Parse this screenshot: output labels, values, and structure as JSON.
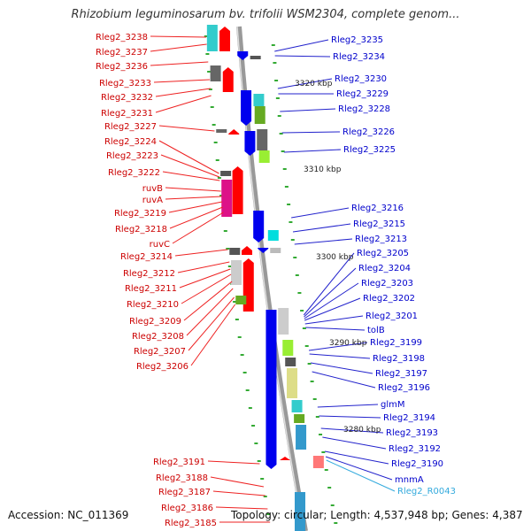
{
  "title": "Rhizobium leguminosarum bv. trifolii WSM2304, complete genom...",
  "footer": {
    "accession": "Accession: NC_011369",
    "topology": "Topology: circular; Length: 4,537,948 bp; Genes: 4,387"
  },
  "colors": {
    "left_label": "#cc0000",
    "right_label": "#0000cc",
    "rna_label": "#33aadd",
    "gene_forward": "#ff0000",
    "gene_reverse": "#0000ee",
    "axis": "#888888",
    "tick": "#33aa33"
  },
  "scale_labels": [
    "3320 kbp",
    "3310 kbp",
    "3300 kbp",
    "3290 kbp",
    "3280 kbp"
  ],
  "left_labels": [
    "Rleg2_3238",
    "Rleg2_3237",
    "Rleg2_3236",
    "Rleg2_3233",
    "Rleg2_3232",
    "Rleg2_3231",
    "Rleg2_3227",
    "Rleg2_3224",
    "Rleg2_3223",
    "Rleg2_3222",
    "ruvB",
    "ruvA",
    "Rleg2_3219",
    "Rleg2_3218",
    "ruvC",
    "Rleg2_3214",
    "Rleg2_3212",
    "Rleg2_3211",
    "Rleg2_3210",
    "Rleg2_3209",
    "Rleg2_3208",
    "Rleg2_3207",
    "Rleg2_3206",
    "Rleg2_3191",
    "Rleg2_3188",
    "Rleg2_3187",
    "Rleg2_3186",
    "Rleg2_3185"
  ],
  "right_labels": [
    "Rleg2_3235",
    "Rleg2_3234",
    "Rleg2_3230",
    "Rleg2_3229",
    "Rleg2_3228",
    "Rleg2_3226",
    "Rleg2_3225",
    "Rleg2_3216",
    "Rleg2_3215",
    "Rleg2_3213",
    "Rleg2_3205",
    "Rleg2_3204",
    "Rleg2_3203",
    "Rleg2_3202",
    "Rleg2_3201",
    "tolB",
    "Rleg2_3199",
    "Rleg2_3198",
    "Rleg2_3197",
    "Rleg2_3196",
    "glmM",
    "Rleg2_3194",
    "Rleg2_3193",
    "Rleg2_3192",
    "Rleg2_3190",
    "mnmA",
    "Rleg2_R0043"
  ]
}
